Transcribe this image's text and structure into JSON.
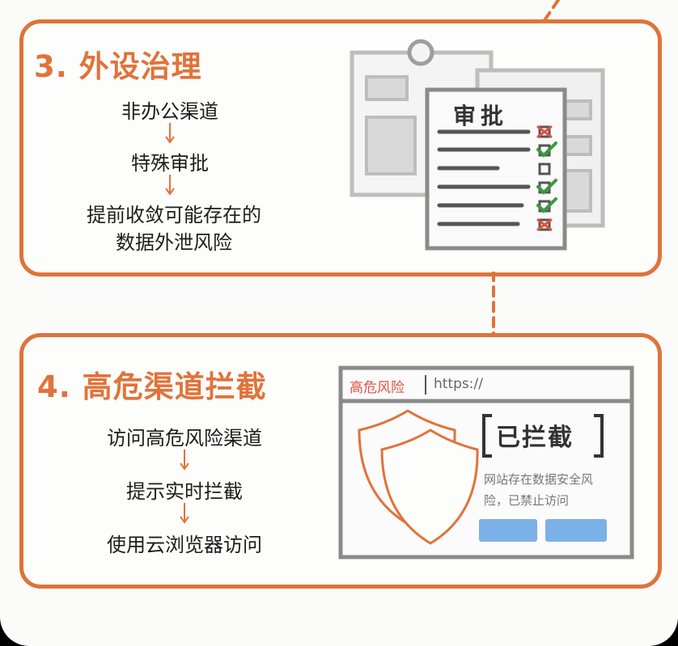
{
  "section3": {
    "title": "3. 外设治理",
    "steps": [
      "非办公渠道",
      "特殊审批",
      "提前收敛可能存在的",
      "数据外泄风险"
    ],
    "document_heading": "审批"
  },
  "section4": {
    "title": "4. 高危渠道拦截",
    "steps": [
      "访问高危风险渠道",
      "提示实时拦截",
      "使用云浏览器访问"
    ],
    "browser": {
      "tab_label": "高危风险",
      "url": "https://",
      "blocked_heading": "已拦截",
      "message_line1": "网站存在数据安全风",
      "message_line2": "险，已禁止访问"
    }
  },
  "colors": {
    "accent": "#e0733a",
    "check": "#3a9a3a",
    "cross": "#e0533f",
    "button": "#7cb0e8",
    "gray": "#8a8a8a"
  }
}
